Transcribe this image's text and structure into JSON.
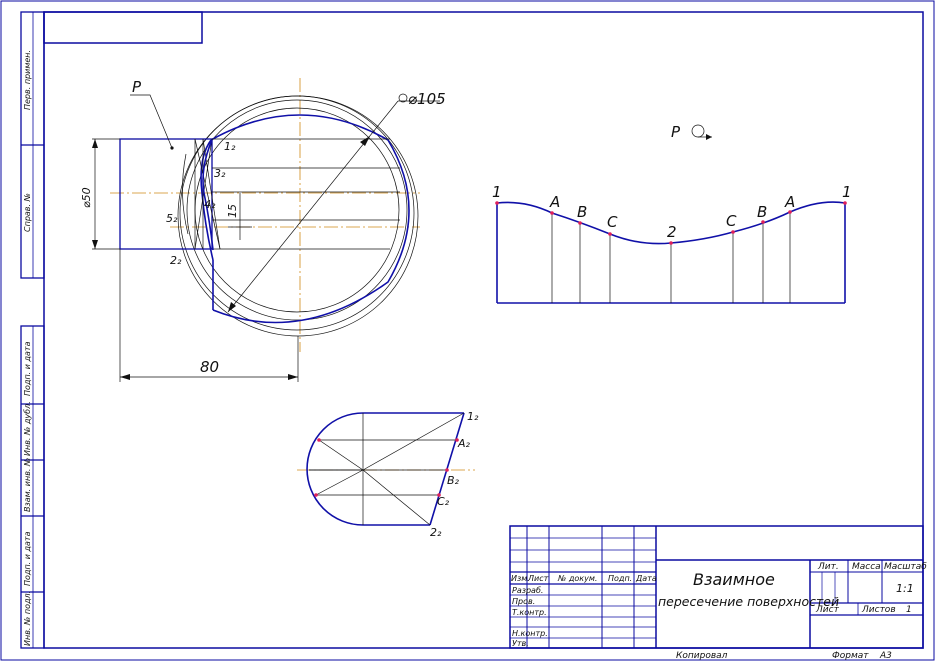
{
  "view_front": {
    "plane_label": "P",
    "diameter_dim": "⌀105",
    "cyl_dim": "⌀50",
    "offset_dim": "15",
    "length_dim": "80",
    "points": [
      "1₂",
      "3₂",
      "4₂",
      "5₂",
      "2₂"
    ]
  },
  "development": {
    "title": "P",
    "labels": [
      "1",
      "A",
      "B",
      "C",
      "2",
      "C",
      "B",
      "A",
      "1"
    ]
  },
  "view_section": {
    "labels": [
      "1₂",
      "A₂",
      "B₂",
      "C₂",
      "2₂"
    ]
  },
  "side_strip": {
    "cells": [
      "Перв. примен.",
      "Справ. №",
      "Подп. и дата",
      "Инв. № дубл.",
      "Взам. инв. №",
      "Подп. и дата",
      "Инв. № подл."
    ]
  },
  "title_block": {
    "title_line1": "Взаимное",
    "title_line2": "пересечение поверхностей",
    "col_headers": [
      "Изм.",
      "Лист",
      "№ докум.",
      "Подп.",
      "Дата"
    ],
    "row_labels": [
      "Разраб.",
      "Пров.",
      "Т.контр.",
      "Н.контр.",
      "Утв."
    ],
    "lit_label": "Лит.",
    "mass_label": "Масса",
    "scale_label": "Масштаб",
    "scale_value": "1:1",
    "sheet_label": "Лист",
    "sheets_label": "Листов",
    "sheets_value": "1",
    "copied_label": "Копировал",
    "format_label": "Формат",
    "format_value": "А3"
  },
  "colors": {
    "frame": "#0a0aa0",
    "curve": "#1010a8",
    "axis": "#d08a18",
    "point": "#e0205a"
  }
}
